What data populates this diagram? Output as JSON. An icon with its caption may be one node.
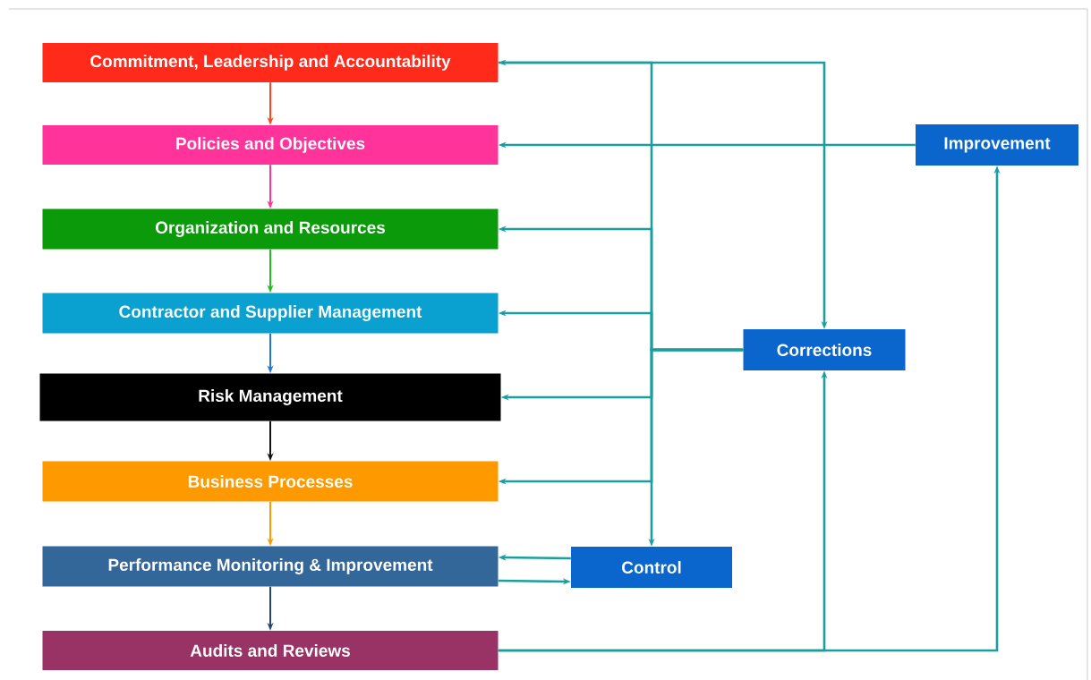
{
  "diagram": {
    "nodes": [
      {
        "text": [
          "Commitment, Leadership and Accountability"
        ]
      },
      {
        "text": [
          "Policies and Objectives"
        ]
      },
      {
        "text": [
          "Organization and Resources"
        ]
      },
      {
        "text": [
          "Contractor and Supplier Management"
        ]
      },
      {
        "text": [
          "Risk Management"
        ]
      },
      {
        "text": [
          "Business Processes"
        ]
      },
      {
        "text": [
          "Performance Monitoring & Improvement"
        ]
      },
      {
        "text": [
          "Audits and Reviews"
        ]
      },
      {
        "text": [
          "Control"
        ]
      },
      {
        "text": [
          "Corrections"
        ]
      },
      {
        "text": [
          "Improvement"
        ]
      }
    ],
    "edges": [
      {
        "from": 0,
        "to": 1,
        "arrow": "to",
        "color": "#ff4422"
      },
      {
        "from": 1,
        "to": 2,
        "arrow": "to",
        "color": "#ff3399"
      },
      {
        "from": 2,
        "to": 3,
        "arrow": "to",
        "color": "#22bb22"
      },
      {
        "from": 3,
        "to": 4,
        "arrow": "to",
        "color": "#2277dd"
      },
      {
        "from": 4,
        "to": 5,
        "arrow": "to",
        "color": "#111111"
      },
      {
        "from": 5,
        "to": 6,
        "arrow": "to",
        "color": "#ff9900"
      },
      {
        "from": 6,
        "to": 7,
        "arrow": "to",
        "color": "#224477"
      },
      {
        "from": 9,
        "to": 0,
        "arrow": "to"
      },
      {
        "from": 0,
        "to": 9,
        "arrow": "to"
      },
      {
        "from": 9,
        "to": 2,
        "arrow": "to"
      },
      {
        "from": 9,
        "to": 3,
        "arrow": "to"
      },
      {
        "from": 9,
        "to": 4,
        "arrow": "to"
      },
      {
        "from": 9,
        "to": 5,
        "arrow": "to"
      },
      {
        "from": 9,
        "to": 8,
        "arrow": "to"
      },
      {
        "from": 10,
        "to": 1,
        "arrow": "to"
      },
      {
        "from": 8,
        "to": 6,
        "arrow": "to"
      },
      {
        "from": 6,
        "to": 8,
        "arrow": "to"
      },
      {
        "from": 7,
        "to": 9,
        "arrow": "to"
      },
      {
        "from": 7,
        "to": 10,
        "arrow": "to"
      }
    ]
  }
}
